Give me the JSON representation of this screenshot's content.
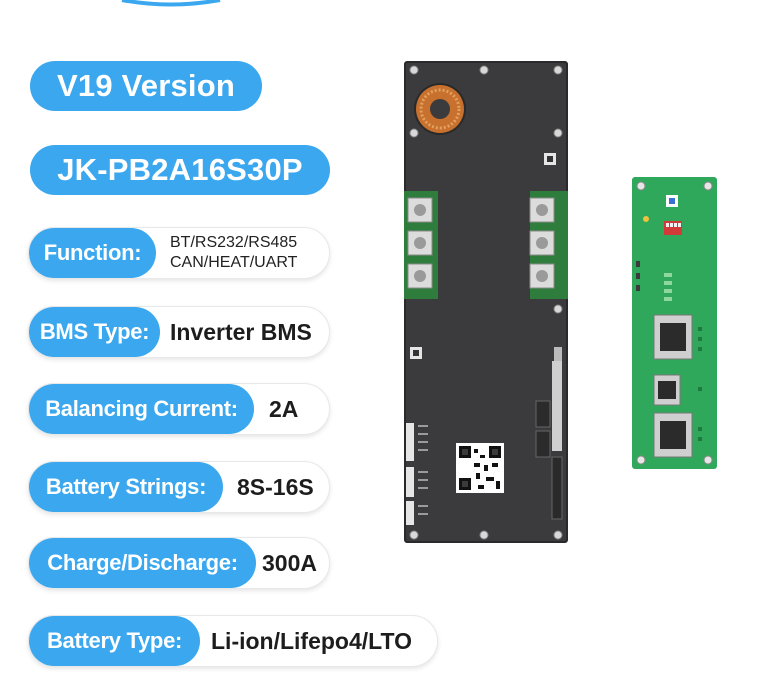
{
  "version_title": "V19 Version",
  "model_title": "JK-PB2A16S30P",
  "specs": [
    {
      "label": "Function:",
      "value_line1": "BT/RS232/RS485",
      "value_line2": "CAN/HEAT/UART"
    },
    {
      "label": "BMS Type:",
      "value": "Inverter BMS"
    },
    {
      "label": "Balancing Current:",
      "value": "2A"
    },
    {
      "label": "Battery Strings:",
      "value": "8S-16S"
    },
    {
      "label": "Charge/Discharge:",
      "value": "300A"
    },
    {
      "label": "Battery Type:",
      "value": "Li-ion/Lifepo4/LTO"
    }
  ],
  "colors": {
    "accent_blue": "#3aa7ef",
    "board_dark": "#3b3b3d",
    "board_green": "#2fa85b",
    "coil_copper": "#c8702e"
  },
  "icons": [
    "bms-main-board-image",
    "bms-adapter-board-image"
  ]
}
